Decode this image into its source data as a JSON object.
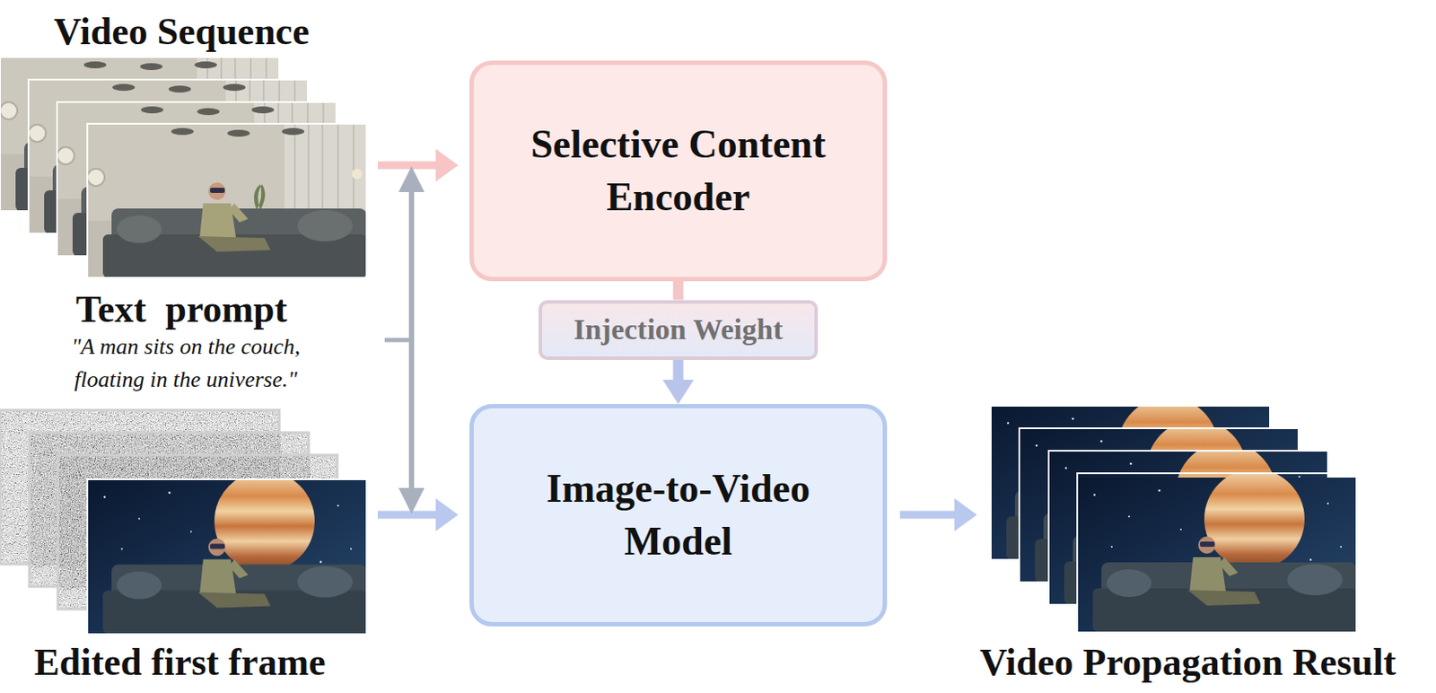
{
  "diagram": {
    "nodes": [
      {
        "text": [
          "Selective Content Encoder"
        ]
      },
      {
        "text": [
          "Injection Weight"
        ]
      },
      {
        "text": [
          "Image-to-Video Model"
        ]
      }
    ],
    "edges": [
      {
        "from": 0,
        "to": 1,
        "arrow": "none"
      },
      {
        "from": 1,
        "to": 2,
        "arrow": "to"
      }
    ],
    "labels": [
      "Video Sequence",
      "Text  prompt",
      "\"A man sits on the couch, floating in the universe.\"",
      "Edited first frame",
      "Video Propagation Result"
    ]
  }
}
